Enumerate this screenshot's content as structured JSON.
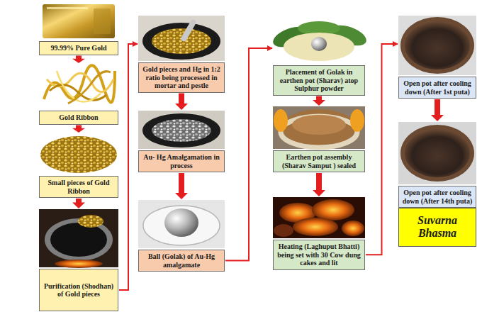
{
  "diagram": {
    "nodes": [
      {
        "text": [
          "99.99% Pure Gold"
        ]
      },
      {
        "text": [
          "Gold Ribbon"
        ]
      },
      {
        "text": [
          "Small pieces of Gold Ribbon"
        ]
      },
      {
        "text": [
          "Purification (Shodhan) of Gold pieces"
        ]
      },
      {
        "text": [
          "Gold pieces and Hg in 1:2 ratio being processed in mortar and pestle"
        ]
      },
      {
        "text": [
          "Au- Hg Amalgamation in process"
        ]
      },
      {
        "text": [
          "Ball (Golak) of Au-Hg amalgamate"
        ]
      },
      {
        "text": [
          "Placement of Golak in earthen pot (Sharav) atop Sulphur powder"
        ]
      },
      {
        "text": [
          "Earthen pot assembly (Sharav Samput ) sealed"
        ]
      },
      {
        "text": [
          "Heating (Laghuput Bhatti) being set with 30 Cow dung cakes and lit"
        ]
      },
      {
        "text": [
          "Open pot after cooling down (After 1st puta)"
        ]
      },
      {
        "text": [
          "Open pot after cooling down (After 14th puta)"
        ]
      },
      {
        "text": [
          "Suvarna Bhasma"
        ]
      }
    ],
    "edges": [
      {
        "from": 0,
        "to": 1,
        "arrow": "to"
      },
      {
        "from": 1,
        "to": 2,
        "arrow": "to"
      },
      {
        "from": 2,
        "to": 3,
        "arrow": "to"
      },
      {
        "from": 3,
        "to": 4,
        "arrow": "to"
      },
      {
        "from": 4,
        "to": 5,
        "arrow": "to"
      },
      {
        "from": 5,
        "to": 6,
        "arrow": "to"
      },
      {
        "from": 6,
        "to": 7,
        "arrow": "to"
      },
      {
        "from": 7,
        "to": 8,
        "arrow": "to"
      },
      {
        "from": 8,
        "to": 9,
        "arrow": "to"
      },
      {
        "from": 9,
        "to": 10,
        "arrow": "to"
      },
      {
        "from": 10,
        "to": 11,
        "arrow": "to"
      }
    ]
  }
}
